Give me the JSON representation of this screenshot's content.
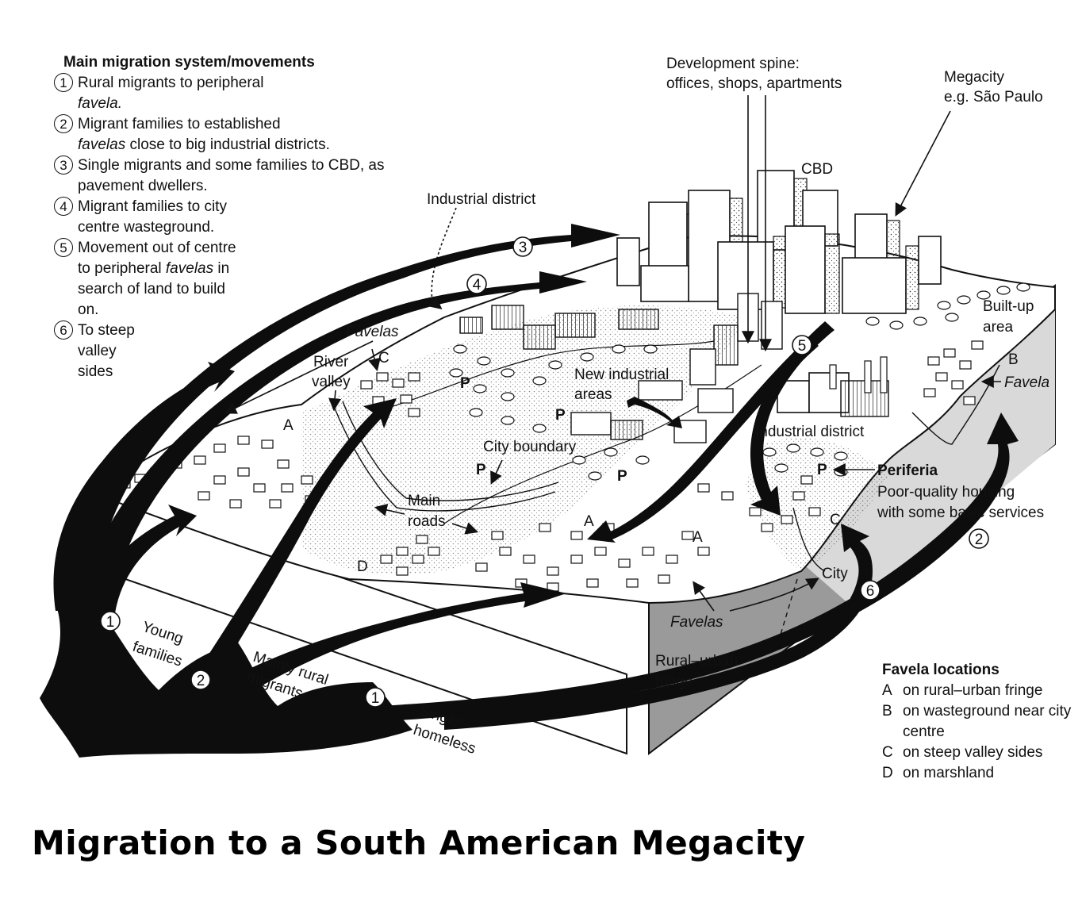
{
  "legend": {
    "title": "Main migration system/movements",
    "items": [
      {
        "num": "1",
        "text": "Rural migrants to peripheral",
        "em": "favela."
      },
      {
        "num": "2",
        "text": "Migrant families to established",
        "em": "favelas",
        "rest": "close to big industrial districts."
      },
      {
        "num": "3",
        "text": "Single migrants and some families to CBD, as pavement dwellers."
      },
      {
        "num": "4",
        "text": "Migrant families to city centre wasteground."
      },
      {
        "num": "5",
        "text": "Movement out of centre to peripheral",
        "em": "favelas",
        "rest": "in search of land to build on."
      },
      {
        "num": "6",
        "text": "To steep valley sides"
      }
    ]
  },
  "labels": {
    "development_spine_1": "Development spine:",
    "development_spine_2": "offices, shops, apartments",
    "megacity_1": "Megacity",
    "megacity_2": "e.g. São Paulo",
    "cbd": "CBD",
    "industrial_district_top": "Industrial district",
    "favelas_top": "Favelas",
    "river_valley_1": "River",
    "river_valley_2": "valley",
    "new_industrial_1": "New industrial",
    "new_industrial_2": "areas",
    "city_boundary": "City boundary",
    "main_roads_1": "Main",
    "main_roads_2": "roads",
    "industrial_district_right": "Industrial district",
    "built_up_1": "Built-up",
    "built_up_2": "area",
    "favela_right": "Favela",
    "periferia": "Periferia",
    "periferia_desc_1": "Poor-quality housing",
    "periferia_desc_2": "with some basic services",
    "city": "City",
    "favelas_bottom": "Favelas",
    "rural_urban_1": "Rural–urban",
    "rural_urban_2": "fringe",
    "young_families_1": "Young",
    "young_families_2": "families",
    "mainly_rural_1": "Mainly rural",
    "mainly_rural_2": "migrants",
    "single_homeless_1": "Single",
    "single_homeless_2": "homeless",
    "letter_a": "A",
    "letter_b": "B",
    "letter_c": "C",
    "letter_d": "D",
    "letter_p": "P",
    "n1": "1",
    "n2": "2",
    "n3": "3",
    "n4": "4",
    "n5": "5",
    "n6": "6"
  },
  "favela_locations": {
    "title": "Favela locations",
    "items": [
      {
        "key": "A",
        "text": "on rural–urban fringe"
      },
      {
        "key": "B",
        "text": "on wasteground near city centre"
      },
      {
        "key": "C",
        "text": "on steep valley sides"
      },
      {
        "key": "D",
        "text": "on marshland"
      }
    ]
  },
  "footer_title": "Migration to a South American Megacity"
}
